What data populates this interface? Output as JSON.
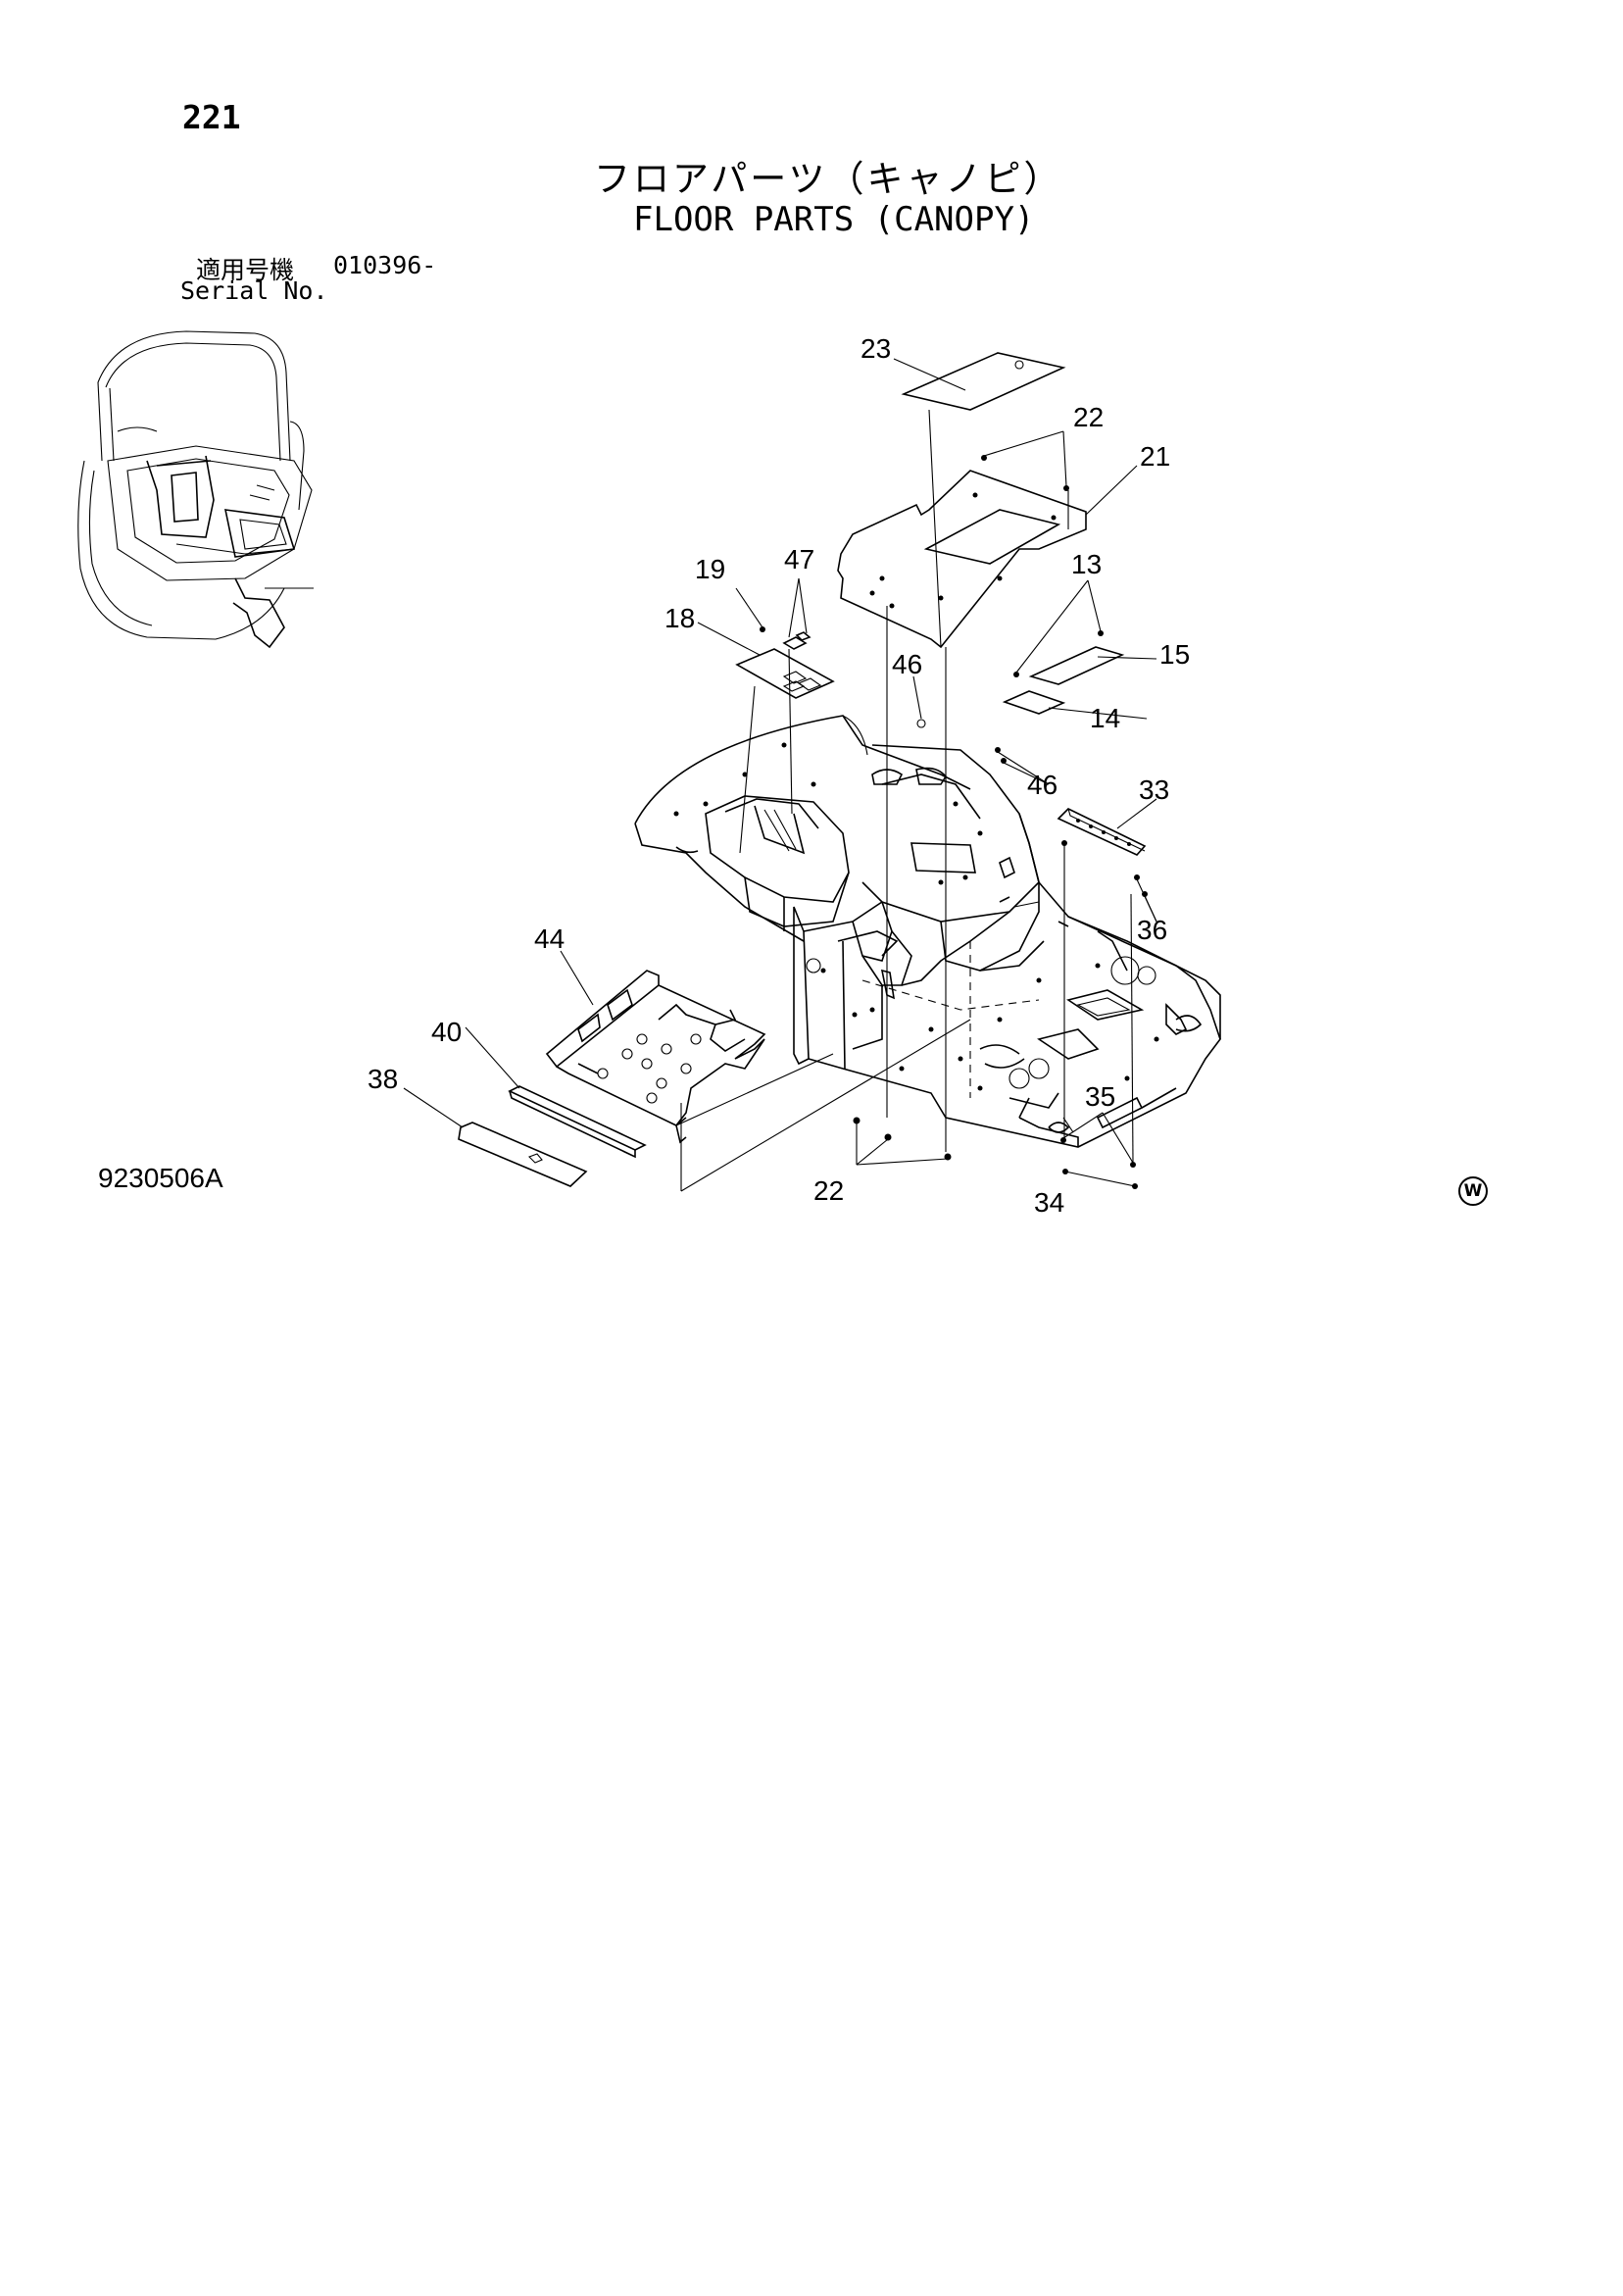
{
  "header": {
    "page_number": "221",
    "title_jp": "フロアパーツ（キャノピ）",
    "title_en": "FLOOR PARTS (CANOPY)",
    "serial_label_jp": "適用号機",
    "serial_value": "010396-",
    "serial_label_en": "Serial No."
  },
  "footer": {
    "drawing_number": "9230506A",
    "mark": "W"
  },
  "callouts": {
    "c23": "23",
    "c22a": "22",
    "c21": "21",
    "c19": "19",
    "c47": "47",
    "c18": "18",
    "c13": "13",
    "c46a": "46",
    "c15": "15",
    "c14": "14",
    "c46b": "46",
    "c33": "33",
    "c36": "36",
    "c44": "44",
    "c40": "40",
    "c38": "38",
    "c35": "35",
    "c22b": "22",
    "c34": "34"
  }
}
